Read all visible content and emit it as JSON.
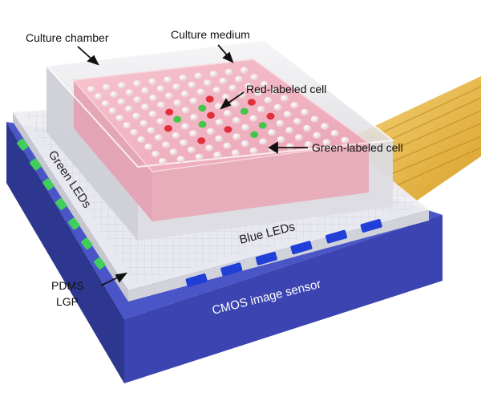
{
  "labels": {
    "culture_chamber": "Culture chamber",
    "culture_medium": "Culture medium",
    "red_cell": "Red-labeled cell",
    "green_cell": "Green-labeled cell",
    "green_leds": "Green LEDs",
    "blue_leds": "Blue LEDs",
    "pdms_line1": "PDMS",
    "pdms_line2": "LGP",
    "cmos": "CMOS image sensor"
  },
  "colors": {
    "sensor_top": "#4a55c8",
    "sensor_front": "#3b44b0",
    "sensor_side": "#2e378f",
    "medium": "#f2b6c3",
    "green_led": "#3fcf5a",
    "blue_led": "#1f3fd6",
    "red_cell": "#e0303c",
    "green_cell": "#44c64b",
    "ribbon": "#e8b83a"
  }
}
